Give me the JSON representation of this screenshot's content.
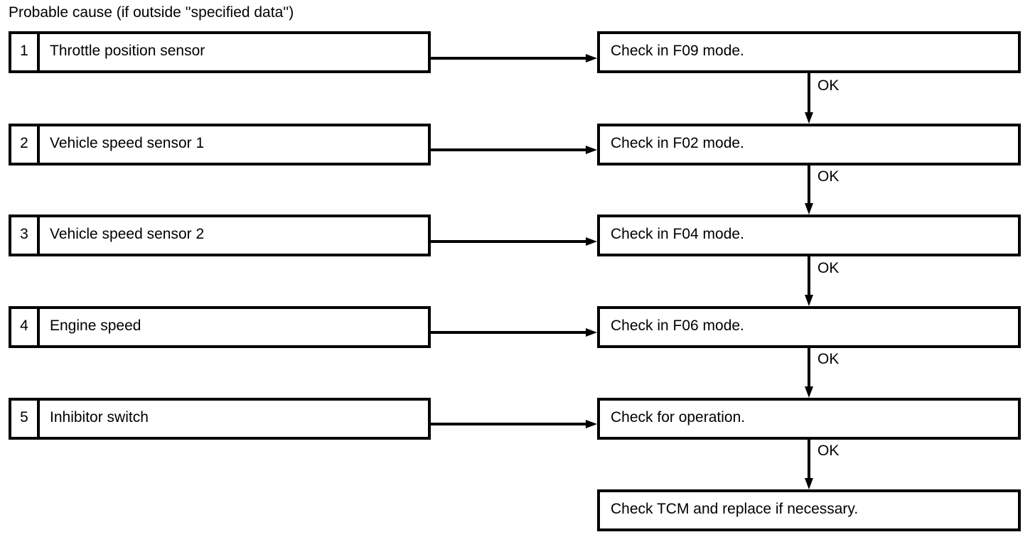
{
  "heading": "Probable cause (if outside ''specified data'')",
  "causes": [
    {
      "num": "1",
      "label": "Throttle position sensor"
    },
    {
      "num": "2",
      "label": "Vehicle speed sensor 1"
    },
    {
      "num": "3",
      "label": "Vehicle speed sensor 2"
    },
    {
      "num": "4",
      "label": "Engine speed"
    },
    {
      "num": "5",
      "label": "Inhibitor switch"
    }
  ],
  "checks": [
    {
      "label": "Check in F09 mode."
    },
    {
      "label": "Check in F02 mode."
    },
    {
      "label": "Check in F04 mode."
    },
    {
      "label": "Check in F06 mode."
    },
    {
      "label": "Check for operation."
    },
    {
      "label": "Check TCM and replace if necessary."
    }
  ],
  "ok_labels": [
    "OK",
    "OK",
    "OK",
    "OK",
    "OK"
  ]
}
